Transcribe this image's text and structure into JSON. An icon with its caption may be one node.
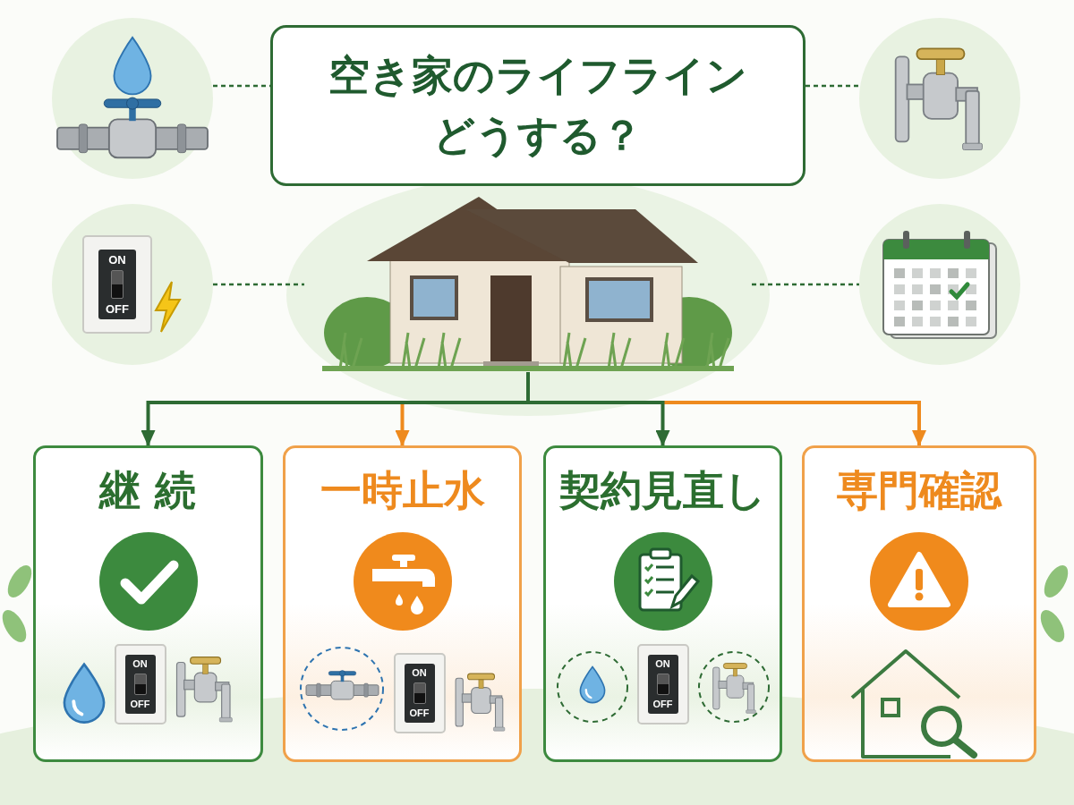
{
  "diagram": {
    "nodes": [
      {
        "text": [],
        "shape": "picture"
      },
      {
        "text": [
          "空き家のライフラインどうする？"
        ]
      },
      {
        "text": [],
        "shape": "picture"
      },
      {
        "text": [],
        "shape": "picture"
      },
      {
        "text": [],
        "shape": "picture"
      },
      {
        "text": [],
        "shape": "picture"
      },
      {
        "text": [
          "継 続"
        ]
      },
      {
        "text": [
          "一時止水"
        ]
      },
      {
        "text": [
          "契約見直し"
        ]
      },
      {
        "text": [
          "専門確認"
        ]
      }
    ],
    "edges": [
      {
        "from": 0,
        "to": 1,
        "arrow": "none",
        "style": "dashed"
      },
      {
        "from": 1,
        "to": 2,
        "arrow": "none",
        "style": "dashed"
      },
      {
        "from": 3,
        "to": 4,
        "arrow": "none",
        "style": "dashed"
      },
      {
        "from": 4,
        "to": 5,
        "arrow": "none",
        "style": "dashed"
      },
      {
        "from": 4,
        "to": 6,
        "arrow": "to"
      },
      {
        "from": 4,
        "to": 7,
        "arrow": "to",
        "color": "#ee8a1e"
      },
      {
        "from": 4,
        "to": 8,
        "arrow": "to"
      },
      {
        "from": 4,
        "to": 9,
        "arrow": "to",
        "color": "#ee8a1e"
      }
    ],
    "labels": [
      "ON",
      "OFF",
      "ON",
      "OFF",
      "ON",
      "OFF",
      "ON",
      "OFF"
    ]
  }
}
